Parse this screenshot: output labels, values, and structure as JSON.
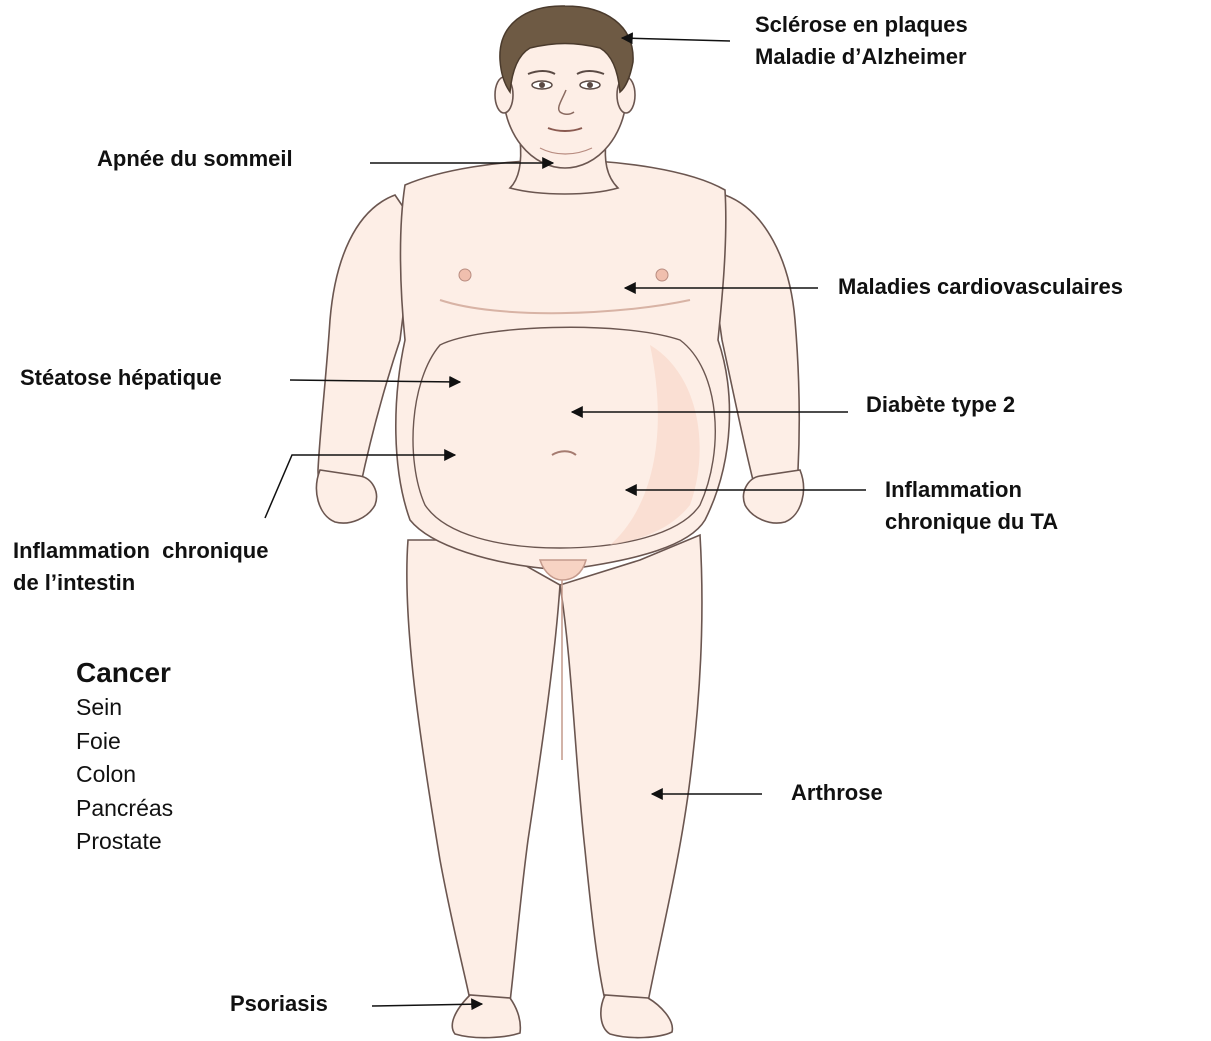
{
  "colors": {
    "skin": "#fdeee6",
    "skin_shade": "#f7d3c3",
    "outline": "#6b5650",
    "hair": "#6e5a44",
    "arrow": "#111111",
    "text": "#111111"
  },
  "labels": {
    "sclerose": "Sclérose en plaques",
    "alzheimer": "Maladie d’Alzheimer",
    "apnee": "Apnée du sommeil",
    "cardio": "Maladies cardiovasculaires",
    "steatose": "Stéatose hépatique",
    "diabete": "Diabète type 2",
    "inflam_ta_1": "Inflammation",
    "inflam_ta_2": "chronique du TA",
    "inflam_int_1": "Inflammation  chronique",
    "inflam_int_2": "de l’intestin",
    "arthrose": "Arthrose",
    "psoriasis": "Psoriasis"
  },
  "cancer": {
    "title": "Cancer",
    "items": [
      "Sein",
      "Foie",
      "Colon",
      "Pancréas",
      "Prostate"
    ]
  }
}
